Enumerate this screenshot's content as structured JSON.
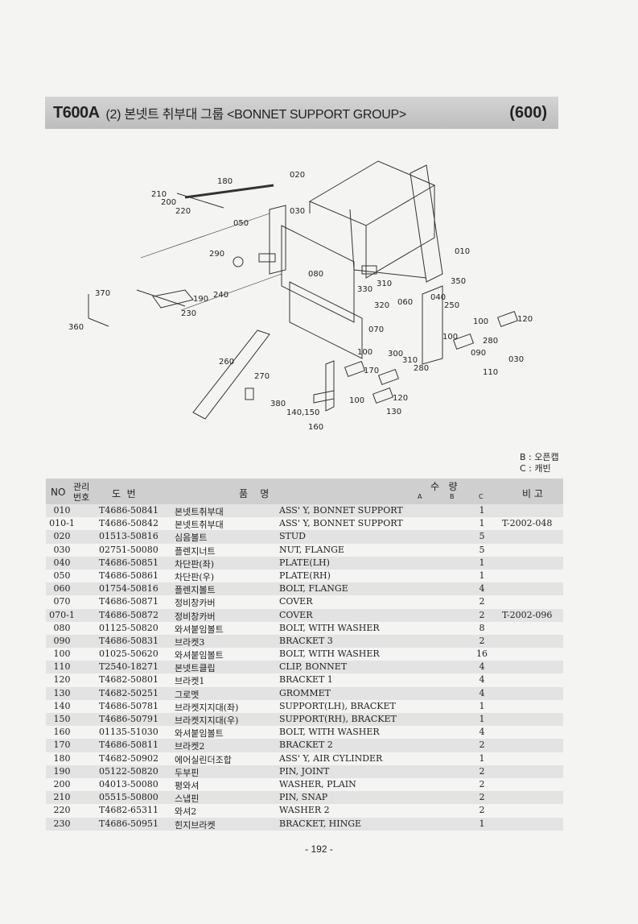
{
  "header": {
    "model": "T600A",
    "title": "(2) 본넷트 취부대 그룹 <BONNET SUPPORT GROUP>",
    "group_code": "(600)"
  },
  "diagram": {
    "callouts": [
      "180",
      "020",
      "210",
      "200",
      "220",
      "030",
      "050",
      "010",
      "290",
      "080",
      "350",
      "330",
      "310",
      "040",
      "250",
      "320",
      "060",
      "100",
      "120",
      "370",
      "190",
      "240",
      "230",
      "360",
      "070",
      "100",
      "280",
      "090",
      "030",
      "260",
      "100",
      "300",
      "310",
      "170",
      "280",
      "110",
      "270",
      "100",
      "120",
      "380",
      "140,150",
      "130",
      "160"
    ]
  },
  "legend": {
    "b": "B : 오픈캡",
    "c": "C : 캐빈"
  },
  "table": {
    "headers": {
      "no": "NO",
      "mgmt_top": "관리",
      "mgmt_bottom": "번호",
      "part_no": "도  번",
      "name": "품    명",
      "qty": "수   량",
      "qty_a": "A",
      "qty_b": "B",
      "qty_c": "C",
      "note": "비 고"
    },
    "rows": [
      {
        "no": "010",
        "code": "T4686-50841",
        "kr": "본넷트취부대",
        "en": "ASS' Y, BONNET SUPPORT",
        "qty": "1",
        "note": ""
      },
      {
        "no": "010-1",
        "code": "T4686-50842",
        "kr": "본넷트취부대",
        "en": "ASS' Y, BONNET SUPPORT",
        "qty": "1",
        "note": "T-2002-048"
      },
      {
        "no": "020",
        "code": "01513-50816",
        "kr": "심음볼트",
        "en": "STUD",
        "qty": "5",
        "note": ""
      },
      {
        "no": "030",
        "code": "02751-50080",
        "kr": "플렌지너트",
        "en": "NUT, FLANGE",
        "qty": "5",
        "note": ""
      },
      {
        "no": "040",
        "code": "T4686-50851",
        "kr": "차단판(좌)",
        "en": "PLATE(LH)",
        "qty": "1",
        "note": ""
      },
      {
        "no": "050",
        "code": "T4686-50861",
        "kr": "차단판(우)",
        "en": "PLATE(RH)",
        "qty": "1",
        "note": ""
      },
      {
        "no": "060",
        "code": "01754-50816",
        "kr": "플렌지볼트",
        "en": "BOLT, FLANGE",
        "qty": "4",
        "note": ""
      },
      {
        "no": "070",
        "code": "T4686-50871",
        "kr": "정비창카버",
        "en": "COVER",
        "qty": "2",
        "note": ""
      },
      {
        "no": "070-1",
        "code": "T4686-50872",
        "kr": "정비창카버",
        "en": "COVER",
        "qty": "2",
        "note": "T-2002-096"
      },
      {
        "no": "080",
        "code": "01125-50820",
        "kr": "와셔붙임볼트",
        "en": "BOLT, WITH WASHER",
        "qty": "8",
        "note": ""
      },
      {
        "no": "090",
        "code": "T4686-50831",
        "kr": "브라켓3",
        "en": "BRACKET 3",
        "qty": "2",
        "note": ""
      },
      {
        "no": "100",
        "code": "01025-50620",
        "kr": "와셔붙임볼트",
        "en": "BOLT, WITH WASHER",
        "qty": "16",
        "note": ""
      },
      {
        "no": "110",
        "code": "T2540-18271",
        "kr": "본넷트클립",
        "en": "CLIP, BONNET",
        "qty": "4",
        "note": ""
      },
      {
        "no": "120",
        "code": "T4682-50801",
        "kr": "브라켓1",
        "en": "BRACKET 1",
        "qty": "4",
        "note": ""
      },
      {
        "no": "130",
        "code": "T4682-50251",
        "kr": "그로멧",
        "en": "GROMMET",
        "qty": "4",
        "note": ""
      },
      {
        "no": "140",
        "code": "T4686-50781",
        "kr": "브라켓지지대(좌)",
        "en": "SUPPORT(LH), BRACKET",
        "qty": "1",
        "note": ""
      },
      {
        "no": "150",
        "code": "T4686-50791",
        "kr": "브라켓지지대(우)",
        "en": "SUPPORT(RH), BRACKET",
        "qty": "1",
        "note": ""
      },
      {
        "no": "160",
        "code": "01135-51030",
        "kr": "와셔붙임볼트",
        "en": "BOLT, WITH WASHER",
        "qty": "4",
        "note": ""
      },
      {
        "no": "170",
        "code": "T4686-50811",
        "kr": "브라켓2",
        "en": "BRACKET 2",
        "qty": "2",
        "note": ""
      },
      {
        "no": "180",
        "code": "T4682-50902",
        "kr": "에어실린더조합",
        "en": "ASS' Y, AIR CYLINDER",
        "qty": "1",
        "note": ""
      },
      {
        "no": "190",
        "code": "05122-50820",
        "kr": "두부핀",
        "en": "PIN, JOINT",
        "qty": "2",
        "note": ""
      },
      {
        "no": "200",
        "code": "04013-50080",
        "kr": "평와셔",
        "en": "WASHER, PLAIN",
        "qty": "2",
        "note": ""
      },
      {
        "no": "210",
        "code": "05515-50800",
        "kr": "스냅핀",
        "en": "PIN, SNAP",
        "qty": "2",
        "note": ""
      },
      {
        "no": "220",
        "code": "T4682-65311",
        "kr": "와셔2",
        "en": "WASHER 2",
        "qty": "2",
        "note": ""
      },
      {
        "no": "230",
        "code": "T4686-50951",
        "kr": "힌지브라켓",
        "en": "BRACKET, HINGE",
        "qty": "1",
        "note": ""
      }
    ]
  },
  "footer": {
    "page": "- 192 -"
  }
}
